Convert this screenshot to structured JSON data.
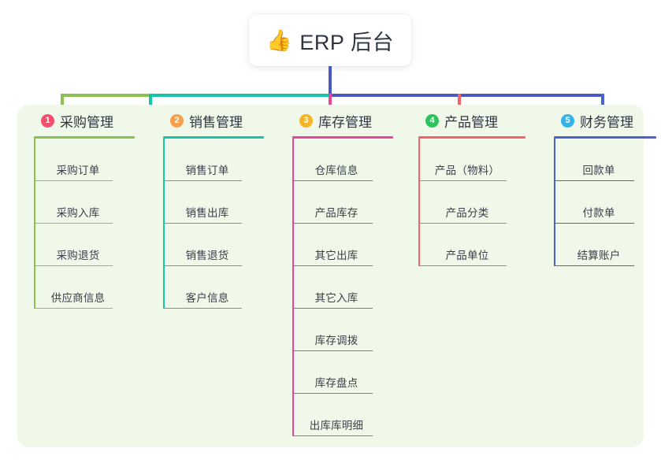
{
  "root": {
    "icon": "thumbs-up-icon",
    "icon_glyph": "👍",
    "title": "ERP 后台"
  },
  "palette": {
    "background": "#ffffff",
    "panel_background": "#eff8e9",
    "text": "#2f3640",
    "root_stem": "#4a58c2"
  },
  "columns": [
    {
      "number": "1",
      "title": "采购管理",
      "badge_color": "#f0506e",
      "line_color": "#8cc152",
      "items": [
        "采购订单",
        "采购入库",
        "采购退货",
        "供应商信息"
      ]
    },
    {
      "number": "2",
      "title": "销售管理",
      "badge_color": "#f6a04d",
      "line_color": "#14c4a8",
      "items": [
        "销售订单",
        "销售出库",
        "销售退货",
        "客户信息"
      ]
    },
    {
      "number": "3",
      "title": "库存管理",
      "badge_color": "#f5b425",
      "line_color": "#e8469c",
      "items": [
        "仓库信息",
        "产品库存",
        "其它出库",
        "其它入库",
        "库存调拨",
        "库存盘点",
        "出库库明细"
      ]
    },
    {
      "number": "4",
      "title": "产品管理",
      "badge_color": "#2ec25e",
      "line_color": "#f4636b",
      "items": [
        "产品（物料）",
        "产品分类",
        "产品单位"
      ]
    },
    {
      "number": "5",
      "title": "财务管理",
      "badge_color": "#34b3e8",
      "line_color": "#4a63cf",
      "items": [
        "回款单",
        "付款单",
        "结算账户"
      ]
    }
  ],
  "connector": {
    "bar_segments": [
      {
        "name": "green-segment",
        "color": "#8cc152"
      },
      {
        "name": "teal-segment",
        "color": "#14c4a8"
      },
      {
        "name": "blue-segment",
        "color": "#4a58c2"
      }
    ],
    "drops": [
      {
        "name": "drop-purchasing",
        "color": "#8cc152"
      },
      {
        "name": "drop-sales",
        "color": "#14c4a8"
      },
      {
        "name": "drop-inventory",
        "color": "#e8469c"
      },
      {
        "name": "drop-product",
        "color": "#f4636b"
      },
      {
        "name": "drop-finance",
        "color": "#4a63cf"
      }
    ]
  }
}
